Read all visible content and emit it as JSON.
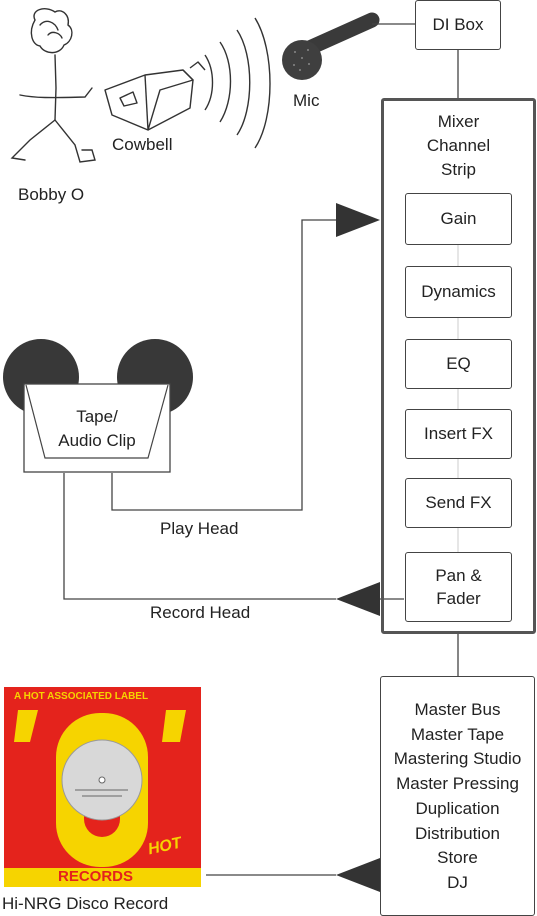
{
  "labels": {
    "bobby": "Bobby O",
    "cowbell": "Cowbell",
    "mic": "Mic",
    "di_box": "DI Box",
    "mixer_title": [
      "Mixer",
      "Channel",
      "Strip"
    ],
    "tape": [
      "Tape/",
      "Audio Clip"
    ],
    "play_head": "Play Head",
    "record_head": "Record Head",
    "record_caption": "Hi-NRG Disco Record"
  },
  "channel_strip": [
    "Gain",
    "Dynamics",
    "EQ",
    "Insert FX",
    "Send FX",
    "Pan &\nFader"
  ],
  "master_chain": [
    "Master Bus",
    "Master Tape",
    "Mastering Studio",
    "Master Pressing",
    "Duplication",
    "Distribution",
    "Store",
    "DJ"
  ],
  "album": {
    "top_banner": "A HOT ASSOCIATED LABEL",
    "logo_quote": "\"0\"",
    "bottom_text": "RECORDS",
    "hot": "HOT"
  },
  "colors": {
    "line": "#444444",
    "arrow": "#333333",
    "reel": "#333333",
    "album_red": "#e4231c",
    "album_yellow": "#f6d400"
  }
}
